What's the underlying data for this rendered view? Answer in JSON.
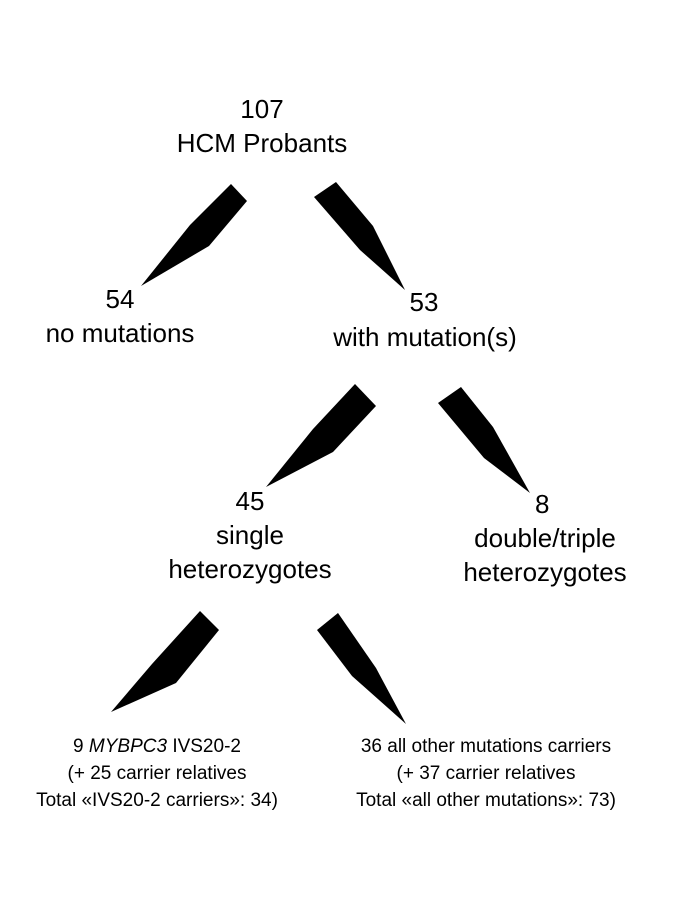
{
  "root": {
    "count": "107",
    "label": "HCM Probants"
  },
  "no_mut": {
    "count": "54",
    "label": "no mutations"
  },
  "with_mut": {
    "count": "53",
    "label": "with mutation(s)"
  },
  "single": {
    "count": "45",
    "line1": "single",
    "line2": "heterozygotes"
  },
  "double": {
    "count": "8",
    "line1": "double/triple",
    "line2": "heterozygotes"
  },
  "ivs": {
    "prefix": "9",
    "gene": "MYBPC3",
    "suffix": "IVS20-2",
    "line2": "(+ 25 carrier relatives",
    "line3": "Total «IVS20-2 carriers»: 34)"
  },
  "other": {
    "line1": "36 all other mutations carriers",
    "line2": "(+ 37 carrier relatives",
    "line3": "Total «all other mutations»: 73)"
  },
  "colors": {
    "arrow": "#000000",
    "text": "#000000",
    "background": "#ffffff"
  }
}
